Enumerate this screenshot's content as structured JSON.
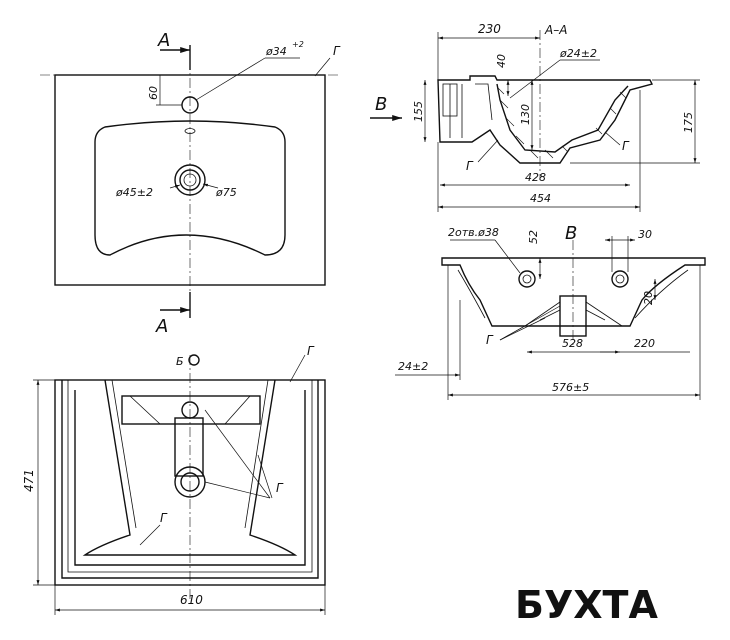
{
  "top_view": {
    "section_mark": "A",
    "hole_diameter": "ø34",
    "hole_tolerance": "+2",
    "edge_label": "Г",
    "offset_dim": "60",
    "drain_diameter": "ø45±2",
    "drain_outer": "ø75"
  },
  "section_aa": {
    "title": "A–A",
    "view_marker": "B",
    "dim_top": "230",
    "overflow_diameter": "ø24±2",
    "dim_40": "40",
    "dim_130": "130",
    "dim_155": "155",
    "dim_175": "175",
    "dim_428": "428",
    "dim_454": "454",
    "edge_label": "Г"
  },
  "view_b": {
    "title": "B",
    "holes_label": "2отв.ø38",
    "dim_52": "52",
    "dim_30": "30",
    "dim_20": "20",
    "dim_528": "528",
    "dim_220": "220",
    "dim_24": "24±2",
    "dim_576": "576±5",
    "edge_label": "Г"
  },
  "bottom_view": {
    "marker": "Б",
    "edge_label": "Г",
    "dim_471": "471",
    "dim_610": "610"
  },
  "logo": {
    "text": "БУХТА",
    "color": "#d2232a"
  }
}
